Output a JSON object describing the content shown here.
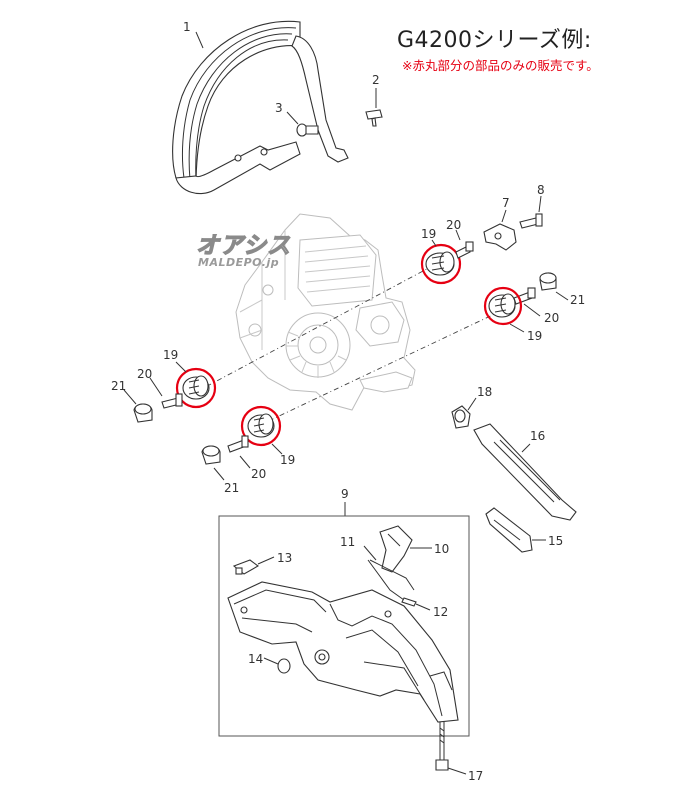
{
  "header": {
    "title": "G4200シリーズ例:",
    "note": "※赤丸部分の部品のみの販売です。"
  },
  "watermark": {
    "logo": "オアシス",
    "site": "MALDEPO.jp"
  },
  "colors": {
    "highlight": "#e60012",
    "line": "#333333",
    "background": "#ffffff"
  },
  "callouts": {
    "p1": "1",
    "p2": "2",
    "p3": "3",
    "p7": "7",
    "p8": "8",
    "p19a": "19",
    "p20a": "20",
    "p19b": "19",
    "p20b": "20",
    "p21b": "21",
    "p19c": "19",
    "p20c": "20",
    "p21c": "21",
    "p19d": "19",
    "p20d": "20",
    "p21d": "21",
    "p18": "18",
    "p16": "16",
    "p15": "15",
    "p9": "9",
    "p11": "11",
    "p10": "10",
    "p13": "13",
    "p12": "12",
    "p14": "14",
    "p17": "17"
  }
}
